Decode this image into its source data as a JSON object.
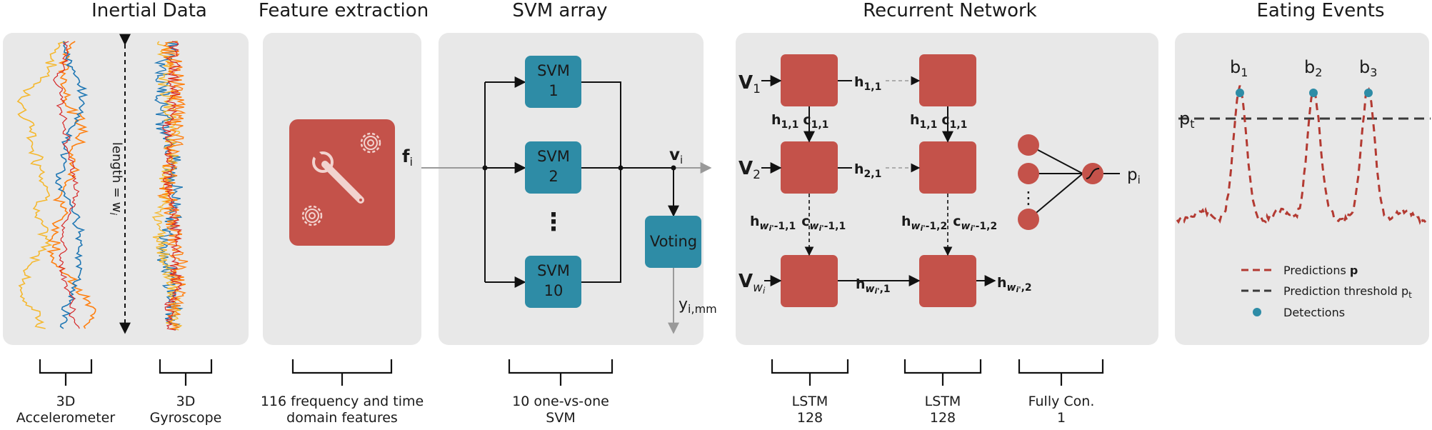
{
  "sections": {
    "inertial": "Inertial Data",
    "features": "Feature extraction",
    "svm": "SVM array",
    "recurrent": "Recurrent Network",
    "events": "Eating Events"
  },
  "inertial": {
    "length": "length = w",
    "length_sub": "i",
    "cap_acc_1": "3D",
    "cap_acc_2": "Accelerometer",
    "cap_gyr_1": "3D",
    "cap_gyr_2": "Gyroscope"
  },
  "features": {
    "f": "f",
    "f_sub": "i",
    "cap_1": "116 frequency and time",
    "cap_2": "domain features"
  },
  "svm": {
    "svm_label": "SVM",
    "n1": "1",
    "n2": "2",
    "n3": "10",
    "dots": "⋮",
    "voting": "Voting",
    "v": "v",
    "v_sub": "i",
    "y": "y",
    "y_sub": "i,mm",
    "cap_1": "10 one-vs-one",
    "cap_2": "SVM"
  },
  "recurrent": {
    "V": "V",
    "s1": "1",
    "s2": "2",
    "sw": "w",
    "sw_sub": "i",
    "h": "h",
    "c": "c",
    "h11": "1,1",
    "h21": "2,1",
    "wi": "w",
    "wi_prime": "i'",
    "m11": "-1,1",
    "m12": "-1,2",
    "end1": ",1",
    "end2": ",2",
    "dots": "⋮",
    "p": "p",
    "p_sub": "i",
    "cap_lstm1_1": "LSTM",
    "cap_lstm1_2": "128",
    "cap_lstm2_1": "LSTM",
    "cap_lstm2_2": "128",
    "cap_fc_1": "Fully Con.",
    "cap_fc_2": "1"
  },
  "events": {
    "b": "b",
    "b1": "1",
    "b2": "2",
    "b3": "3",
    "pt": "p",
    "pt_sub": "t",
    "legend_pred": "Predictions ",
    "legend_pred_bold": "p",
    "legend_thr": "Prediction threshold p",
    "legend_thr_sub": "t",
    "legend_det": "Detections"
  },
  "colors": {
    "panel": "#e8e8e8",
    "box_red": "#c4524a",
    "box_teal": "#2e8ca6",
    "signal_blue": "#1f77b4",
    "signal_orange": "#ff7f0e",
    "signal_red": "#d62728",
    "signal_yellow": "#f5b82e",
    "prediction": "#b33a32",
    "detection": "#2e8ca6"
  }
}
